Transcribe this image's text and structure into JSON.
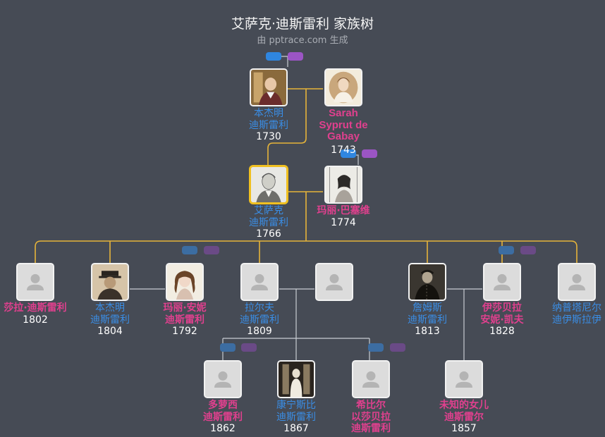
{
  "header": {
    "title": "艾萨克·迪斯雷利 家族树",
    "subtitle": "由 pptrace.com 生成"
  },
  "colors": {
    "background": "#464b55",
    "male": "#3a8ee6",
    "female": "#e0408e",
    "line": "#e6b43a",
    "placeholder": "#dcdcdc"
  },
  "people": [
    {
      "id": "benjamin1730",
      "gender": "male",
      "name": [
        "本杰明",
        "迪斯雷利"
      ],
      "year": "1730",
      "photo": "portrait-icon"
    },
    {
      "id": "sarah",
      "gender": "female",
      "name": [
        "Sarah",
        "Syprut de",
        "Gabay"
      ],
      "year": "1743",
      "photo": "portrait-icon"
    },
    {
      "id": "isaac",
      "gender": "male",
      "name": [
        "艾萨克",
        "迪斯雷利"
      ],
      "year": "1766",
      "photo": "portrait-icon",
      "selected": true
    },
    {
      "id": "mary_basevi",
      "gender": "female",
      "name": [
        "玛丽·巴塞维"
      ],
      "year": "1774",
      "photo": "portrait-icon"
    },
    {
      "id": "sarah1802",
      "gender": "female",
      "name": [
        "莎拉·迪斯雷利"
      ],
      "year": "1802",
      "photo": "person-placeholder-icon"
    },
    {
      "id": "benjamin1804",
      "gender": "male",
      "name": [
        "本杰明",
        "迪斯雷利"
      ],
      "year": "1804",
      "photo": "portrait-icon"
    },
    {
      "id": "mary_anne",
      "gender": "female",
      "name": [
        "玛丽·安妮",
        "迪斯雷利"
      ],
      "year": "1792",
      "photo": "portrait-icon"
    },
    {
      "id": "ralph",
      "gender": "male",
      "name": [
        "拉尔夫",
        "迪斯雷利"
      ],
      "year": "1809",
      "photo": "person-placeholder-icon"
    },
    {
      "id": "ralph_spouse",
      "gender": "female",
      "name": [],
      "year": "",
      "photo": "person-placeholder-icon"
    },
    {
      "id": "james",
      "gender": "male",
      "name": [
        "詹姆斯",
        "迪斯雷利"
      ],
      "year": "1813",
      "photo": "portrait-icon"
    },
    {
      "id": "isabella_kate",
      "gender": "female",
      "name": [
        "伊莎贝拉",
        "安妮·凯夫"
      ],
      "year": "1828",
      "photo": "person-placeholder-icon"
    },
    {
      "id": "naphtali",
      "gender": "male",
      "name": [
        "纳普塔尼尔",
        "迪伊斯拉伊"
      ],
      "year": "",
      "photo": "person-placeholder-icon"
    },
    {
      "id": "dorothy",
      "gender": "female",
      "name": [
        "多萝西",
        "迪斯雷利"
      ],
      "year": "1862",
      "photo": "person-placeholder-icon"
    },
    {
      "id": "coningsby",
      "gender": "male",
      "name": [
        "康宁斯比",
        "迪斯雷利"
      ],
      "year": "1867",
      "photo": "portrait-icon"
    },
    {
      "id": "hilda",
      "gender": "female",
      "name": [
        "希比尔",
        "以莎贝拉",
        "迪斯雷利"
      ],
      "year": "",
      "photo": "person-placeholder-icon"
    },
    {
      "id": "unknown_daughter",
      "gender": "female",
      "name": [
        "未知的女儿",
        "迪斯雷尔"
      ],
      "year": "1857",
      "photo": "person-placeholder-icon"
    }
  ]
}
